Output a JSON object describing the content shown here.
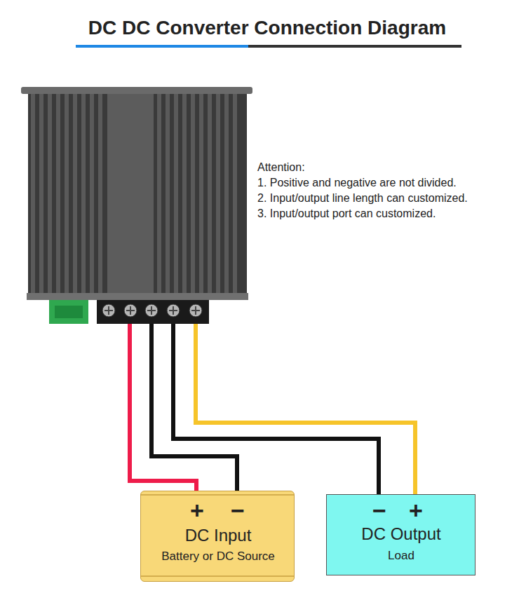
{
  "diagram": {
    "title": "DC DC Converter Connection Diagram",
    "nodes": [
      {
        "text": [
          "+",
          "−",
          "DC Input",
          "Battery or DC Source"
        ]
      },
      {
        "text": [
          "−",
          "+",
          "DC Output",
          "Load"
        ]
      }
    ],
    "labels": [
      "Attention:",
      "1. Positive and negative are not divided.",
      "2. Input/output line length can customized.",
      "3. Input/output port can customized."
    ]
  }
}
